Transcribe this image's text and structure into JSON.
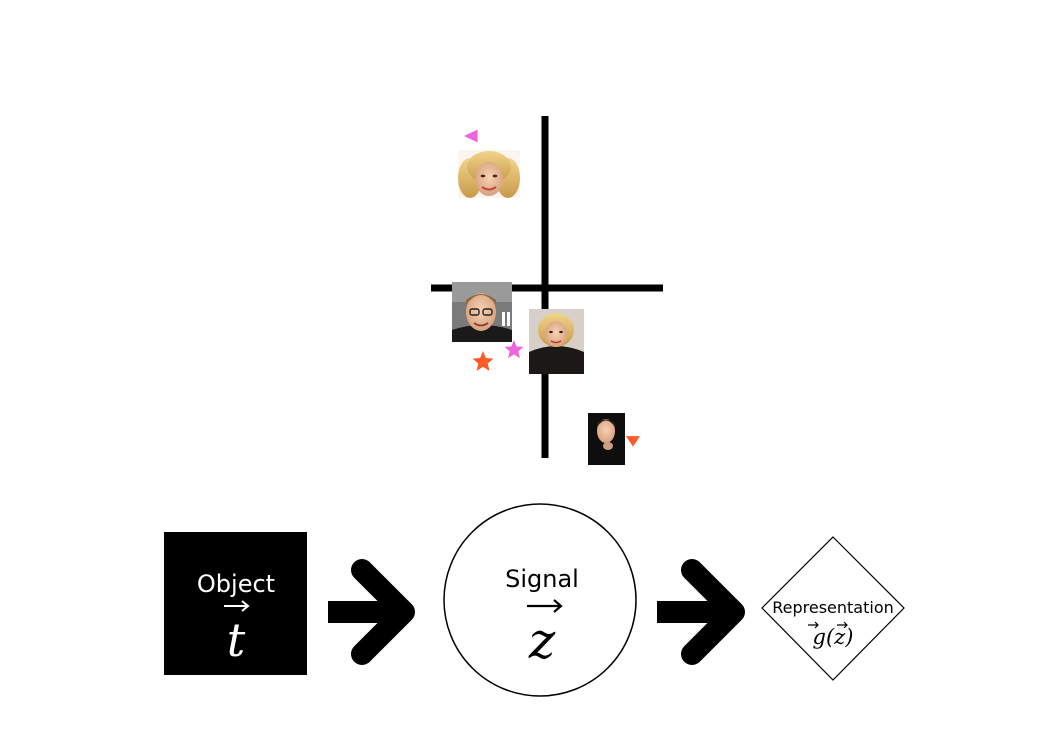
{
  "scatter": {
    "markers": [
      {
        "shape": "triangle-left",
        "color": "#ee66dd"
      },
      {
        "shape": "star",
        "color": "#ee66dd"
      },
      {
        "shape": "star",
        "color": "#ff5a2a"
      },
      {
        "shape": "triangle-down",
        "color": "#ff5a2a"
      }
    ],
    "photos": [
      {
        "name": "photo-blonde-woman-smiling"
      },
      {
        "name": "photo-man-with-glasses"
      },
      {
        "name": "photo-blonde-woman-black-outfit"
      },
      {
        "name": "photo-man-in-dark-suit"
      }
    ]
  },
  "pipeline": {
    "object": {
      "label": "Object",
      "symbol": "t"
    },
    "signal": {
      "label": "Signal",
      "symbol": "z"
    },
    "representation": {
      "label": "Representation",
      "symbol": "g(z)"
    }
  },
  "colors": {
    "magenta": "#ee66dd",
    "orange": "#ff5a2a",
    "ink": "#000000"
  }
}
